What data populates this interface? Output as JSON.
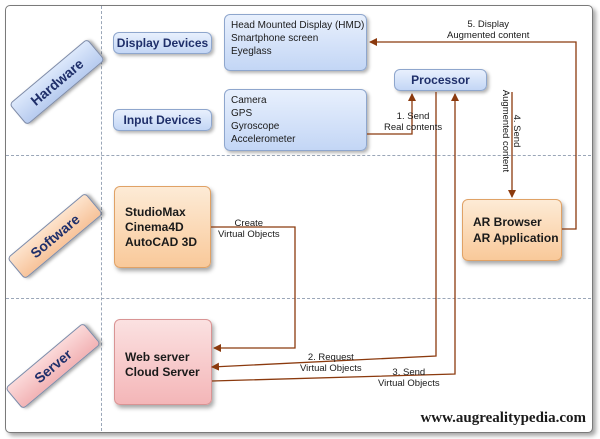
{
  "layers": {
    "hardware": "Hardware",
    "software": "Software",
    "server": "Server"
  },
  "display_devices": {
    "title": "Display Devices",
    "items": [
      "Head Mounted Display (HMD)",
      "Smartphone screen",
      "Eyeglass"
    ]
  },
  "input_devices": {
    "title": "Input Devices",
    "items": [
      "Camera",
      "GPS",
      "Gyroscope",
      "Accelerometer"
    ]
  },
  "processor": {
    "title": "Processor"
  },
  "software_box": {
    "lines": [
      "StudioMax",
      "Cinema4D",
      "AutoCAD 3D"
    ]
  },
  "ar_box": {
    "lines": [
      "AR Browser",
      "AR Application"
    ]
  },
  "server_box": {
    "lines": [
      "Web server",
      "Cloud Server"
    ]
  },
  "annotations": {
    "send_real": [
      "1. Send",
      "Real contents"
    ],
    "request_virtual": [
      "2. Request",
      "Virtual Objects"
    ],
    "send_virtual": [
      "3. Send",
      "Virtual Objects"
    ],
    "send_augmented": [
      "4. Send",
      "Augmented content"
    ],
    "display_augmented": [
      "5. Display",
      "Augmented content"
    ],
    "create_virtual": [
      "Create",
      "Virtual Objects"
    ]
  },
  "footer": "www.augrealitypedia.com",
  "colors": {
    "arrow": "#8b3a0e",
    "divider": "#9aa6b8",
    "label_text": "#1f2f6a"
  }
}
